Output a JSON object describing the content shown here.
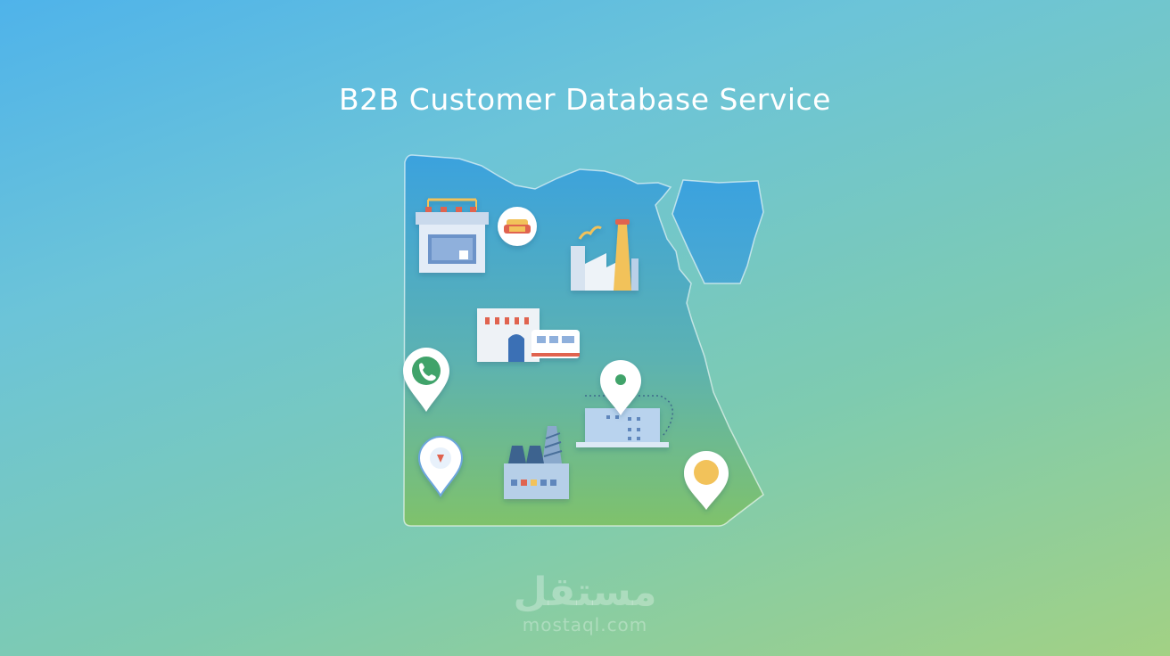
{
  "title": "B2B Customer Database Service",
  "watermark": {
    "logo_text": "مستقل",
    "domain": "mostaql.com"
  },
  "icons": {
    "shop": "storefront-icon",
    "sofa": "sofa-badge-icon",
    "factory": "factory-icon",
    "warehouse": "warehouse-truck-icon",
    "whatsapp": "whatsapp-pin-icon",
    "location": "location-pin-icon",
    "office": "office-building-icon",
    "plant": "power-plant-icon",
    "yellow_pin": "yellow-pin-icon"
  },
  "colors": {
    "map_top": "#3da4de",
    "map_bottom": "#7ec06a",
    "pin_green": "#3fa36b",
    "pin_yellow": "#f2c25a",
    "pin_red": "#e0634f"
  }
}
